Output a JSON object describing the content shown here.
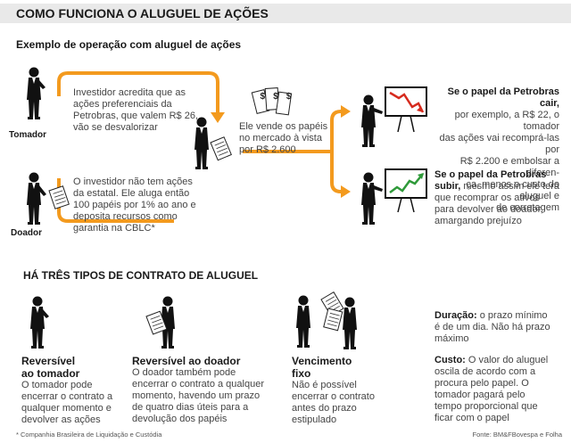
{
  "title": "COMO FUNCIONA O ALUGUEL DE AÇÕES",
  "example_heading": "Exemplo de operação com aluguel de ações",
  "roles": {
    "tomador": "Tomador",
    "doador": "Doador"
  },
  "tomador_note": [
    "Investidor acredita que as",
    "ações preferenciais da",
    "Petrobras, que valem R$ 26,",
    "vão se desvalorizar"
  ],
  "doador_note": [
    "O investidor não tem ações",
    "da estatal. Ele aluga então",
    "100 papéis por 1% ao ano e",
    "deposita recursos como",
    "garantia na CBLC*"
  ],
  "sale_note": [
    "Ele vende os papéis",
    "no mercado à vista",
    "por R$ 2.600"
  ],
  "money_symbol": "$",
  "fall": {
    "lead": [
      "Se o papel da Petrobras cair,"
    ],
    "body": [
      "por exemplo, a R$ 22, o tomador",
      "das ações vai recomprá-las por",
      "R$ 2.200 e embolsar a diferen-",
      "ça, menos o custo do aluguel e",
      "de corretagem"
    ]
  },
  "rise": {
    "lead": [
      "Se o papel da Petrobras",
      "subir,"
    ],
    "lead_tail": " mesmo assim ele terá",
    "body": [
      "que recomprar os ativos",
      "para devolver ao doador,",
      "amargando prejuízo"
    ]
  },
  "types_heading": "HÁ TRÊS TIPOS DE CONTRATO DE ALUGUEL",
  "contracts": [
    {
      "title": [
        "Reversível",
        "ao tomador"
      ],
      "body": [
        "O tomador pode",
        "encerrar o contrato a",
        "qualquer momento e",
        "devolver as ações"
      ]
    },
    {
      "title": [
        "Reversível ao doador"
      ],
      "body": [
        "O doador também pode",
        "encerrar o contrato a qualquer",
        "momento, havendo um prazo",
        "de quatro dias úteis para a",
        "devolução dos papéis"
      ]
    },
    {
      "title": [
        "Vencimento",
        "fixo"
      ],
      "body": [
        "Não é possível",
        "encerrar o contrato",
        "antes do prazo",
        "estipulado"
      ]
    }
  ],
  "duration": {
    "label": "Duração:",
    "lines": [
      " o prazo mínimo",
      "é de um dia. Não há prazo",
      "máximo"
    ]
  },
  "cost": {
    "label": "Custo:",
    "lines": [
      " O valor do aluguel",
      "oscila de acordo com a",
      "procura pelo papel. O",
      "tomador pagará pelo",
      "tempo proporcional que",
      "ficar com o papel"
    ]
  },
  "footnote": "* Companhia Brasileira de Liquidação e Custódia",
  "source": "Fonte: BM&FBovespa e Folha",
  "colors": {
    "arrow": "#f39a1e",
    "title_band": "#e9e9e9",
    "chart_fall": "#d62b1e",
    "chart_rise": "#2f9a3a"
  }
}
